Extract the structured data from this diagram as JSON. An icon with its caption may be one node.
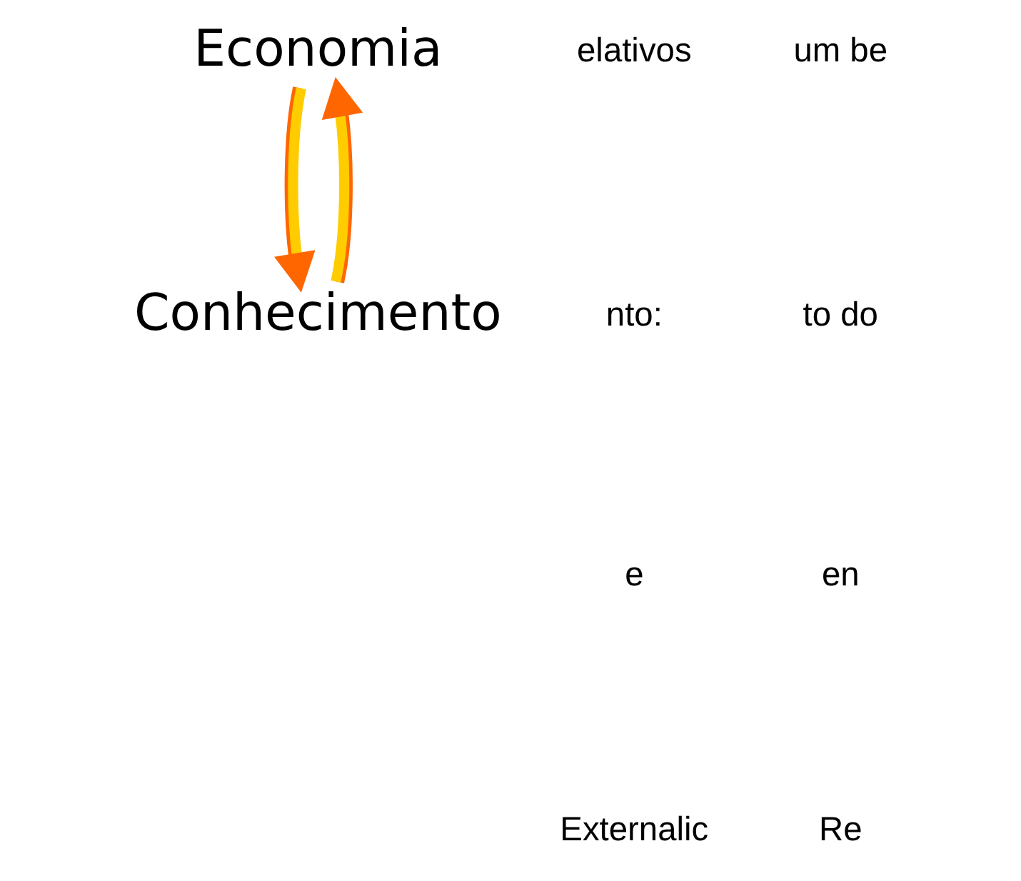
{
  "diagram": {
    "nodes": [
      {
        "text": [
          "Economia"
        ]
      },
      {
        "text": [
          "Conhecimento"
        ]
      }
    ],
    "edges": [
      {
        "from": 0,
        "to": 1,
        "arrow": "to"
      },
      {
        "from": 1,
        "to": 0,
        "arrow": "to"
      }
    ],
    "labels": [
      "elativos",
      "nto:",
      "e",
      "Externalic",
      "um be",
      "to do",
      "en",
      "Re"
    ]
  }
}
